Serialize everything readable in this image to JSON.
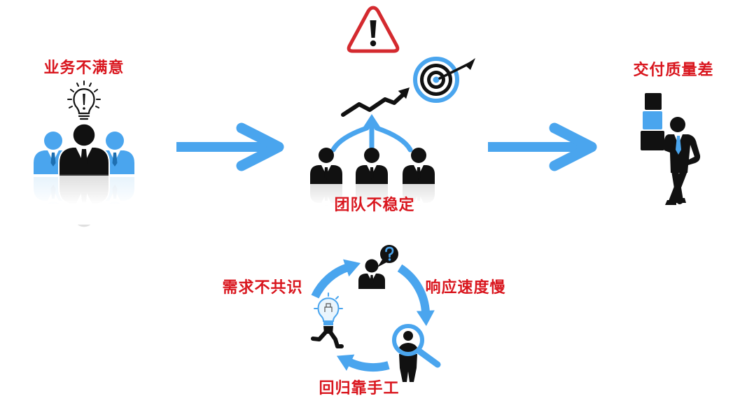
{
  "colors": {
    "label_red": "#d9161e",
    "accent_blue": "#4aa5ee",
    "warning_red": "#d42a2f",
    "ink": "#111111"
  },
  "alert": {
    "icon": "warning-icon"
  },
  "flow": [
    {
      "label": "业务不满意",
      "icon": "business-people-idea-icon"
    },
    {
      "label": "团队不稳定",
      "icon": "team-growth-target-icon"
    },
    {
      "label": "交付质量差",
      "icon": "man-carrying-boxes-icon"
    }
  ],
  "flow_connector_icon": "arrow-right-icon",
  "cycle": {
    "icon": "cycle-arrows-icon",
    "labels": [
      "需求不共识",
      "响应速度慢",
      "回归靠手工"
    ],
    "icons": [
      "question-person-icon",
      "magnifier-person-icon",
      "running-lightbulb-icon"
    ]
  }
}
